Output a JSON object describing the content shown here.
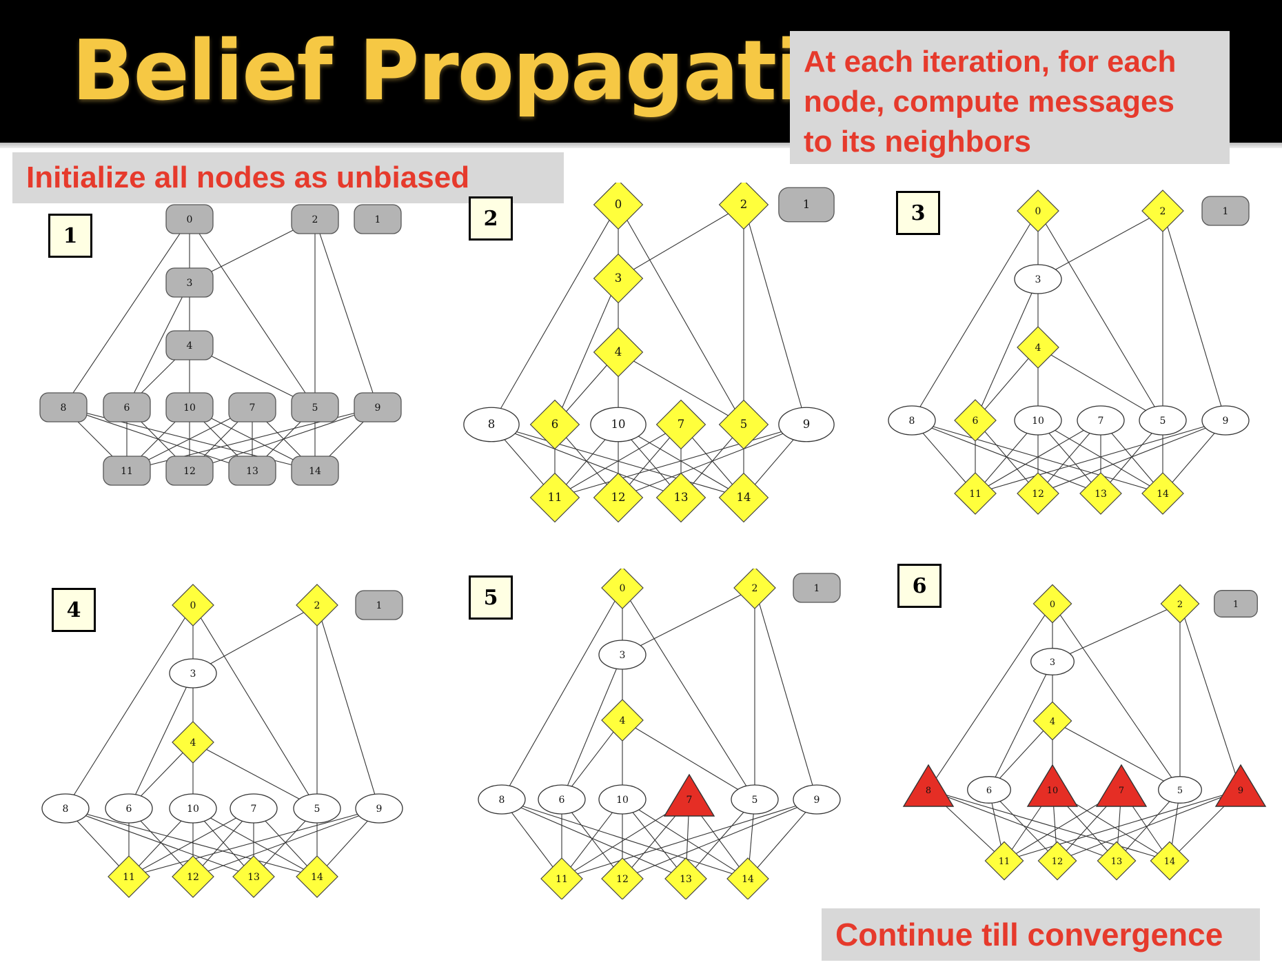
{
  "title": "Belief Propagation",
  "callouts": {
    "top": [
      "At each iteration, for each",
      "node, compute messages",
      "to its neighbors"
    ],
    "initialize": "Initialize all nodes as unbiased",
    "bottom": "Continue till convergence"
  },
  "colors": {
    "title": "#f6c844",
    "callout_text": "#e63a2c",
    "callout_bg": "#d8d8d8",
    "node_gray": "#b4b4b4",
    "node_yellow": "#ffff3c",
    "node_red": "#e52e25",
    "node_white": "#ffffff"
  },
  "graph": {
    "edges": [
      [
        0,
        3
      ],
      [
        0,
        8
      ],
      [
        0,
        5
      ],
      [
        2,
        3
      ],
      [
        2,
        5
      ],
      [
        2,
        9
      ],
      [
        3,
        4
      ],
      [
        3,
        6
      ],
      [
        4,
        6
      ],
      [
        4,
        10
      ],
      [
        4,
        5
      ],
      [
        8,
        11
      ],
      [
        8,
        13
      ],
      [
        8,
        14
      ],
      [
        9,
        11
      ],
      [
        9,
        12
      ],
      [
        9,
        14
      ],
      [
        10,
        11
      ],
      [
        10,
        12
      ],
      [
        10,
        13
      ],
      [
        10,
        14
      ],
      [
        6,
        11
      ],
      [
        6,
        12
      ],
      [
        7,
        11
      ],
      [
        7,
        12
      ],
      [
        7,
        13
      ],
      [
        7,
        14
      ],
      [
        5,
        13
      ],
      [
        5,
        14
      ]
    ]
  },
  "steps": [
    {
      "label": "1",
      "states": {
        "0": "gray",
        "1": "gray",
        "2": "gray",
        "3": "gray",
        "4": "gray",
        "5": "gray",
        "6": "gray",
        "7": "gray",
        "8": "gray",
        "9": "gray",
        "10": "gray",
        "11": "gray",
        "12": "gray",
        "13": "gray",
        "14": "gray"
      }
    },
    {
      "label": "2",
      "states": {
        "0": "yellow",
        "1": "gray",
        "2": "yellow",
        "3": "yellow",
        "4": "yellow",
        "5": "yellow",
        "6": "yellow",
        "7": "yellow",
        "8": "white",
        "9": "white",
        "10": "white",
        "11": "yellow",
        "12": "yellow",
        "13": "yellow",
        "14": "yellow"
      }
    },
    {
      "label": "3",
      "states": {
        "0": "yellow",
        "1": "gray",
        "2": "yellow",
        "3": "white",
        "4": "yellow",
        "5": "white",
        "6": "yellow",
        "7": "white",
        "8": "white",
        "9": "white",
        "10": "white",
        "11": "yellow",
        "12": "yellow",
        "13": "yellow",
        "14": "yellow"
      }
    },
    {
      "label": "4",
      "states": {
        "0": "yellow",
        "1": "gray",
        "2": "yellow",
        "3": "white",
        "4": "yellow",
        "5": "white",
        "6": "white",
        "7": "white",
        "8": "white",
        "9": "white",
        "10": "white",
        "11": "yellow",
        "12": "yellow",
        "13": "yellow",
        "14": "yellow"
      }
    },
    {
      "label": "5",
      "states": {
        "0": "yellow",
        "1": "gray",
        "2": "yellow",
        "3": "white",
        "4": "yellow",
        "5": "white",
        "6": "white",
        "7": "red",
        "8": "white",
        "9": "white",
        "10": "white",
        "11": "yellow",
        "12": "yellow",
        "13": "yellow",
        "14": "yellow"
      }
    },
    {
      "label": "6",
      "states": {
        "0": "yellow",
        "1": "gray",
        "2": "yellow",
        "3": "white",
        "4": "yellow",
        "5": "white",
        "6": "white",
        "7": "red",
        "8": "red",
        "9": "red",
        "10": "red",
        "11": "yellow",
        "12": "yellow",
        "13": "yellow",
        "14": "yellow"
      }
    }
  ]
}
